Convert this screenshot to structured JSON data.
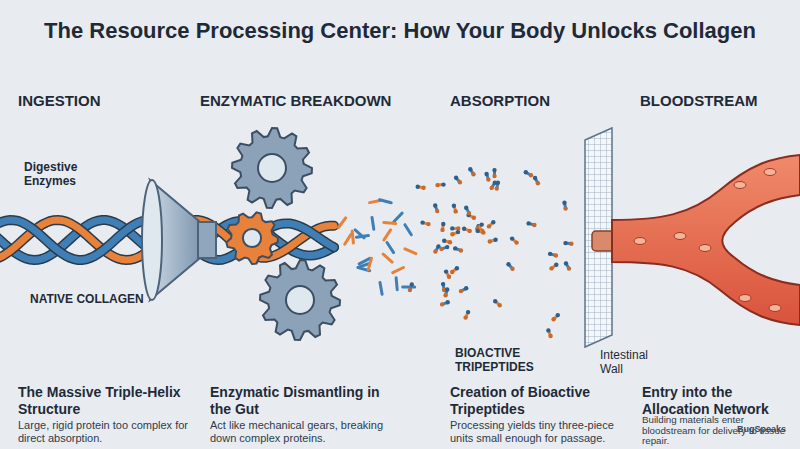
{
  "diagram": {
    "title": "The Resource Processing Center: How Your Body Unlocks Collagen",
    "labels": [
      "INGESTION",
      "ENZYMATIC BREAKDOWN",
      "ABSORPTION",
      "BLOODSTREAM",
      "Digestive Enzymes",
      "NATIVE COLLAGEN",
      "BIOACTIVE TRIPEPTIDES",
      "Intestinal Wall",
      "The Massive Triple-Helix Structure",
      "Large, rigid protein too complex for direct absorption.",
      "Enzymatic Dismantling in the Gut",
      "Act like mechanical gears, breaking down complex proteins.",
      "Creation of Bioactive Tripeptides",
      "Processing yields tiny three-piece units small enough for passage.",
      "Entry into the Allocation Network",
      "Building materials enter bloodstream for delivery to tissue repair.",
      "BugSpeaks"
    ]
  }
}
